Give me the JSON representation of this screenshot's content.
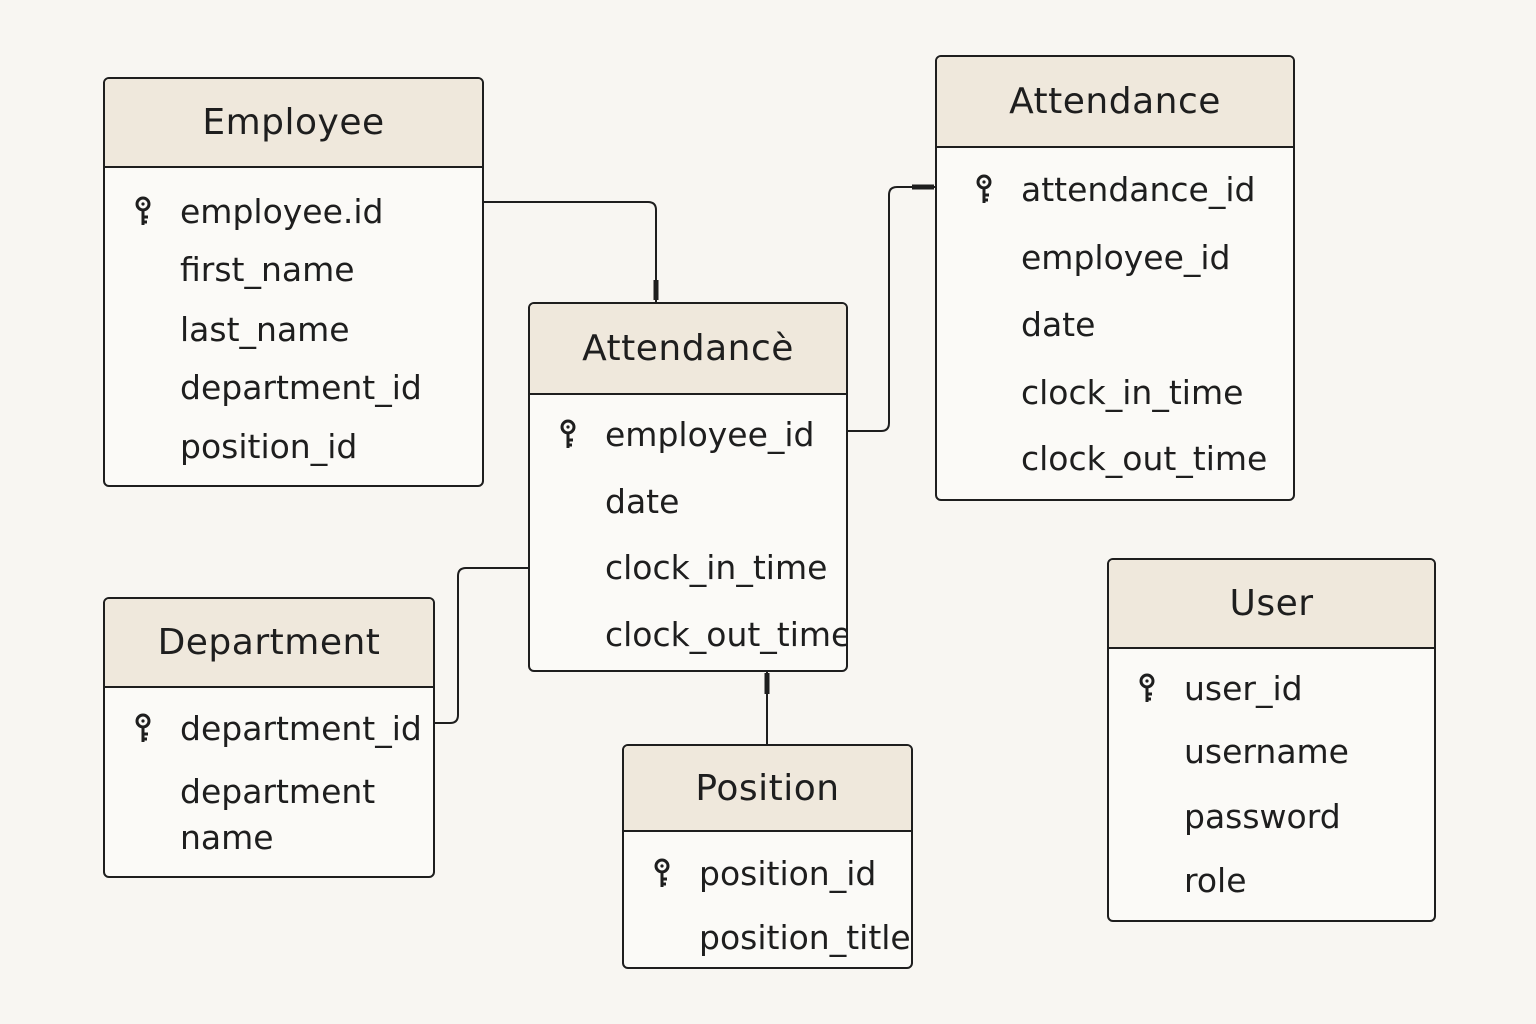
{
  "entities": {
    "employee": {
      "title": "Employee",
      "fields": [
        {
          "name": "employee.id",
          "primary_key": true
        },
        {
          "name": "first_name",
          "primary_key": false
        },
        {
          "name": "last_name",
          "primary_key": false
        },
        {
          "name": "department_id",
          "primary_key": false
        },
        {
          "name": "position_id",
          "primary_key": false
        }
      ]
    },
    "attendance_center": {
      "title": "Attendancè",
      "fields": [
        {
          "name": "employee_id",
          "primary_key": true
        },
        {
          "name": "date",
          "primary_key": false
        },
        {
          "name": "clock_in_time",
          "primary_key": false
        },
        {
          "name": "clock_out_time",
          "primary_key": false
        }
      ]
    },
    "attendance_right": {
      "title": "Attendance",
      "fields": [
        {
          "name": "attendance_id",
          "primary_key": true
        },
        {
          "name": "employee_id",
          "primary_key": false
        },
        {
          "name": "date",
          "primary_key": false
        },
        {
          "name": "clock_in_time",
          "primary_key": false
        },
        {
          "name": "clock_out_time",
          "primary_key": false
        }
      ]
    },
    "department": {
      "title": "Department",
      "fields": [
        {
          "name": "department_id",
          "primary_key": true
        },
        {
          "name": "department name",
          "primary_key": false
        }
      ]
    },
    "position": {
      "title": "Position",
      "fields": [
        {
          "name": "position_id",
          "primary_key": true
        },
        {
          "name": "position_title",
          "primary_key": false
        }
      ]
    },
    "user": {
      "title": "User",
      "fields": [
        {
          "name": "user_id",
          "primary_key": true
        },
        {
          "name": "username",
          "primary_key": false
        },
        {
          "name": "password",
          "primary_key": false
        },
        {
          "name": "role",
          "primary_key": false
        }
      ]
    }
  },
  "colors": {
    "background": "#f8f6f2",
    "header_fill": "#efe8dc",
    "body_fill": "#fbfaf7",
    "stroke": "#1e1e1e"
  },
  "icons": {
    "primary_key": "key-icon"
  }
}
